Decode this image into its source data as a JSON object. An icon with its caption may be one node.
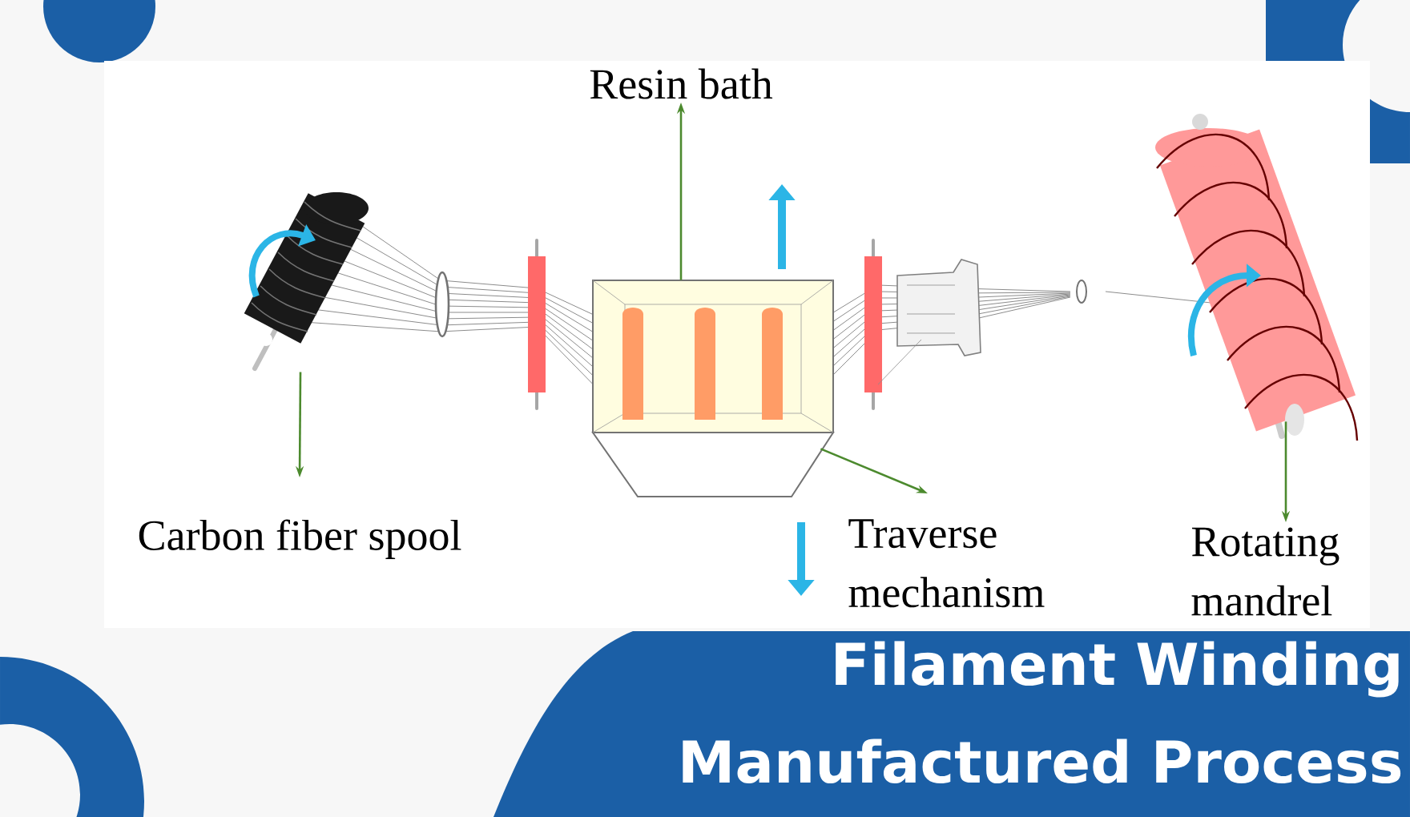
{
  "diagram": {
    "title": "Filament Winding Manufactured Process",
    "nodes": [
      {
        "text": [
          "Resin bath"
        ]
      },
      {
        "text": [
          "Carbon fiber spool"
        ]
      },
      {
        "text": [
          "Traverse mechanism"
        ]
      },
      {
        "text": [
          "Rotating mandrel"
        ]
      },
      {
        "text": [],
        "shape": "picture"
      },
      {
        "text": [],
        "shape": "picture"
      },
      {
        "text": [],
        "shape": "picture"
      }
    ],
    "edges": [
      {
        "from": 4,
        "to": 1,
        "arrow": "to"
      },
      {
        "from": 5,
        "to": 0,
        "arrow": "to"
      },
      {
        "from": 5,
        "to": 2,
        "arrow": "to"
      },
      {
        "from": 6,
        "to": 3,
        "arrow": "to"
      }
    ]
  }
}
